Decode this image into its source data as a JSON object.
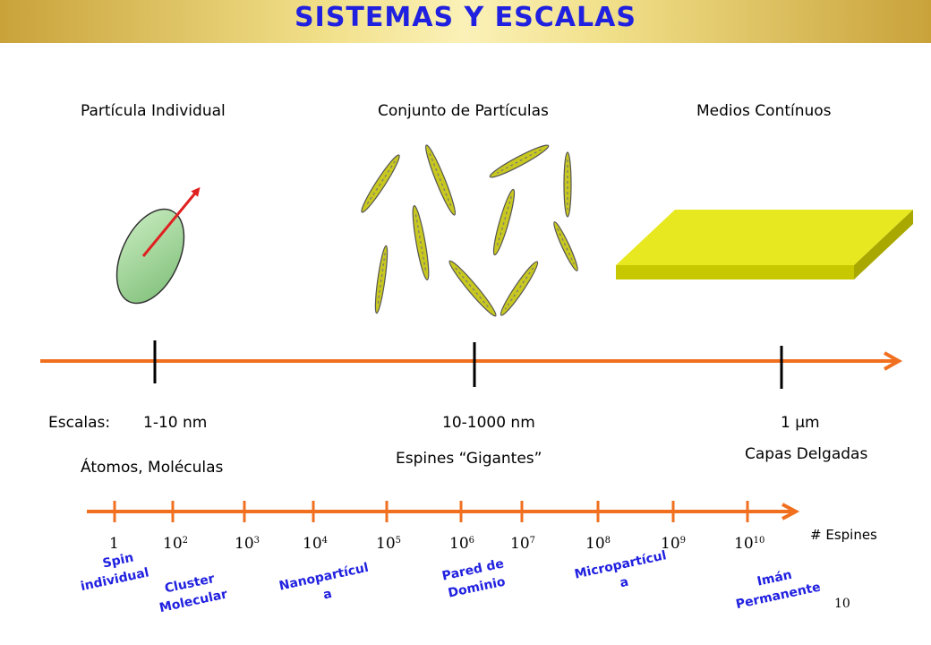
{
  "title": "SISTEMAS Y ESCALAS",
  "headings": {
    "individual": "Partícula Individual",
    "conjunto": "Conjunto de Partículas",
    "medios": "Medios Contínuos"
  },
  "scales": {
    "label": "Escalas:",
    "s1": "1-10 nm",
    "s2": "10-1000 nm",
    "s3": "1 µm"
  },
  "descriptions": {
    "d1": "Átomos, Moléculas",
    "d2": "Espines “Gigantes”",
    "d3": "Capas Delgadas"
  },
  "spins_axis": {
    "label": "# Espines",
    "ticks": [
      {
        "base": "1",
        "exp": ""
      },
      {
        "base": "10",
        "exp": "2"
      },
      {
        "base": "10",
        "exp": "3"
      },
      {
        "base": "10",
        "exp": "4"
      },
      {
        "base": "10",
        "exp": "5"
      },
      {
        "base": "10",
        "exp": "6"
      },
      {
        "base": "10",
        "exp": "7"
      },
      {
        "base": "10",
        "exp": "8"
      },
      {
        "base": "10",
        "exp": "9"
      },
      {
        "base": "10",
        "exp": "10"
      }
    ]
  },
  "categories": {
    "c1_l1": "Spin",
    "c1_l2": "individual",
    "c2_l1": "Cluster",
    "c2_l2": "Molecular",
    "c3_l1": "Nanopartícul",
    "c3_l2": "a",
    "c4_l1": "Pared de",
    "c4_l2": "Dominio",
    "c5_l1": "Micropartícul",
    "c5_l2": "a",
    "c6_l1": "Imán",
    "c6_l2": "Permanente"
  },
  "page_number": "10",
  "colors": {
    "title_text": "#2020e0",
    "axis": "#f07020",
    "particle_fill": "#a8d8a0",
    "spin_arrow": "#e02020",
    "needle": "#c8c820",
    "slab": "#e0e000"
  }
}
